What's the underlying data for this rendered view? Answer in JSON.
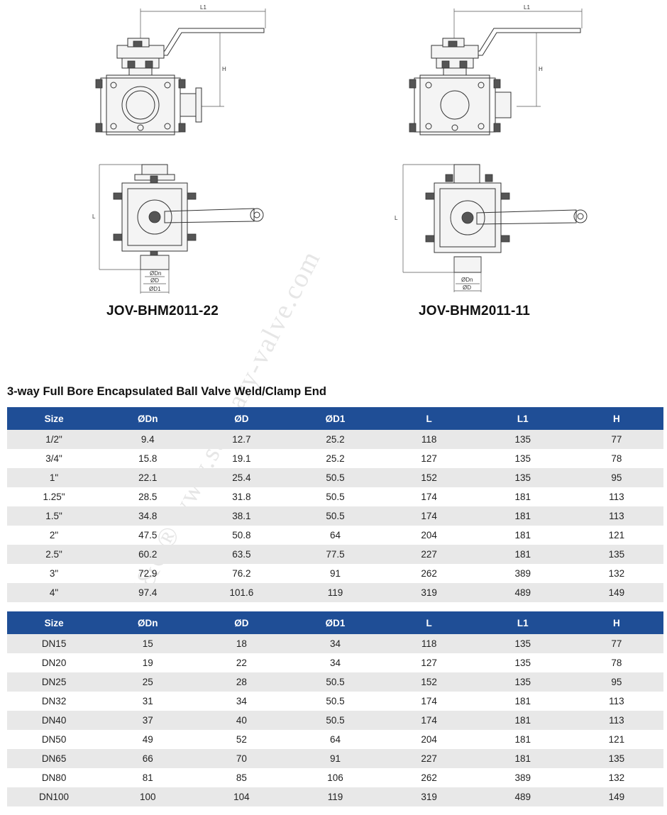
{
  "drawing_labels": {
    "l1": "L1",
    "h": "H",
    "l": "L",
    "dn": "ØDn",
    "d": "ØD",
    "d1": "ØD1"
  },
  "models": {
    "left": "JOV-BHM2011-22",
    "right": "JOV-BHM2011-11"
  },
  "watermark": "J&O® www.sanitary-valve.com",
  "section_title": "3-way Full Bore Encapsulated Ball Valve Weld/Clamp End",
  "table1": {
    "headers": [
      "Size",
      "ØDn",
      "ØD",
      "ØD1",
      "L",
      "L1",
      "H"
    ],
    "rows": [
      [
        "1/2\"",
        "9.4",
        "12.7",
        "25.2",
        "118",
        "135",
        "77"
      ],
      [
        "3/4\"",
        "15.8",
        "19.1",
        "25.2",
        "127",
        "135",
        "78"
      ],
      [
        "1\"",
        "22.1",
        "25.4",
        "50.5",
        "152",
        "135",
        "95"
      ],
      [
        "1.25\"",
        "28.5",
        "31.8",
        "50.5",
        "174",
        "181",
        "113"
      ],
      [
        "1.5\"",
        "34.8",
        "38.1",
        "50.5",
        "174",
        "181",
        "113"
      ],
      [
        "2\"",
        "47.5",
        "50.8",
        "64",
        "204",
        "181",
        "121"
      ],
      [
        "2.5\"",
        "60.2",
        "63.5",
        "77.5",
        "227",
        "181",
        "135"
      ],
      [
        "3\"",
        "72.9",
        "76.2",
        "91",
        "262",
        "389",
        "132"
      ],
      [
        "4\"",
        "97.4",
        "101.6",
        "119",
        "319",
        "489",
        "149"
      ]
    ]
  },
  "table2": {
    "headers": [
      "Size",
      "ØDn",
      "ØD",
      "ØD1",
      "L",
      "L1",
      "H"
    ],
    "rows": [
      [
        "DN15",
        "15",
        "18",
        "34",
        "118",
        "135",
        "77"
      ],
      [
        "DN20",
        "19",
        "22",
        "34",
        "127",
        "135",
        "78"
      ],
      [
        "DN25",
        "25",
        "28",
        "50.5",
        "152",
        "135",
        "95"
      ],
      [
        "DN32",
        "31",
        "34",
        "50.5",
        "174",
        "181",
        "113"
      ],
      [
        "DN40",
        "37",
        "40",
        "50.5",
        "174",
        "181",
        "113"
      ],
      [
        "DN50",
        "49",
        "52",
        "64",
        "204",
        "181",
        "121"
      ],
      [
        "DN65",
        "66",
        "70",
        "91",
        "227",
        "181",
        "135"
      ],
      [
        "DN80",
        "81",
        "85",
        "106",
        "262",
        "389",
        "132"
      ],
      [
        "DN100",
        "100",
        "104",
        "119",
        "319",
        "489",
        "149"
      ]
    ]
  },
  "colors": {
    "header_bg": "#1f4e96",
    "header_text": "#ffffff",
    "alt_row": "#e8e8e8"
  }
}
